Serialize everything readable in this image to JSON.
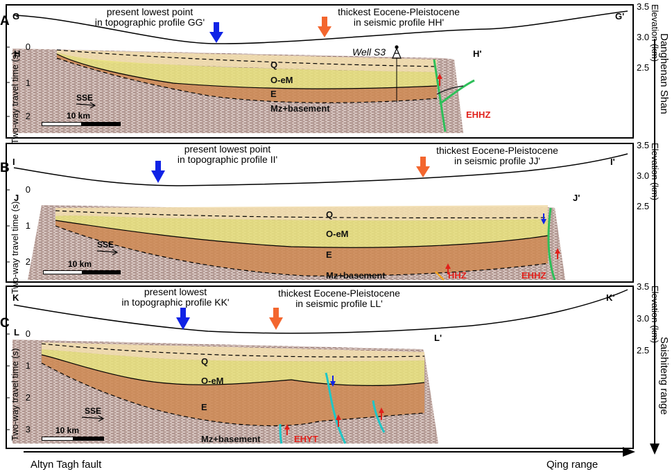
{
  "panels": [
    {
      "letter": "A",
      "topo_left": "G",
      "topo_right": "G'",
      "seis_left": "H",
      "seis_right": "H'",
      "lowest_note": [
        "present lowest point",
        "in topographic profile GG'"
      ],
      "thickest_note": [
        "thickest Eocene-Pleistocene",
        "in seismic profile HH'"
      ],
      "well_label": "Well S3",
      "units": [
        "Q",
        "O-eM",
        "E",
        "Mz+basement"
      ],
      "faults": [
        "EHHZ"
      ],
      "time_ticks": [
        "0",
        "1",
        "2"
      ],
      "elev_ticks": [
        "3.5",
        "3.0",
        "2.5"
      ]
    },
    {
      "letter": "B",
      "topo_left": "I",
      "topo_right": "I'",
      "seis_left": "J",
      "seis_right": "J'",
      "lowest_note": [
        "present lowest point",
        "in topographic profile II'"
      ],
      "thickest_note": [
        "thickest Eocene-Pleistocene",
        "in seismic profile JJ'"
      ],
      "units": [
        "Q",
        "O-eM",
        "E",
        "Mz+basement"
      ],
      "faults": [
        "HHZ",
        "EHHZ"
      ],
      "time_ticks": [
        "0",
        "1",
        "2"
      ],
      "elev_ticks": [
        "3.5",
        "3.0",
        "2.5"
      ]
    },
    {
      "letter": "C",
      "topo_left": "K",
      "topo_right": "K'",
      "seis_left": "L",
      "seis_right": "L'",
      "lowest_note": [
        "present lowest",
        "in topographic profile KK'"
      ],
      "thickest_note": [
        "thickest Eocene-Pleistocene",
        "in seismic profile LL'"
      ],
      "units": [
        "Q",
        "O-eM",
        "E",
        "Mz+basement"
      ],
      "faults": [
        "EHYT"
      ],
      "time_ticks": [
        "0",
        "1",
        "2",
        "3"
      ],
      "elev_ticks": [
        "3.5",
        "3.0",
        "2.5"
      ]
    }
  ],
  "common": {
    "direction": "SSE",
    "scale": "10 km",
    "time_axis_label": "Two-way travel time (s)",
    "elevation_axis_label": "Elevation (km)"
  },
  "right_axis": {
    "top": "Danghenan Shan",
    "bottom": "Saishiteng range"
  },
  "bottom_axis": {
    "left": "Altyn Tagh fault",
    "right": "Qing range"
  },
  "colors": {
    "quaternary": "#f2deaf",
    "oligocene_miocene": "#e7e27c",
    "eocene": "#cf8a52",
    "basement_noise": "#b89a94",
    "lowest_arrow": "#1023e6",
    "thickest_arrow": "#f3662e",
    "fault_green": "#2fbf5a",
    "fault_cyan": "#1fc6c6",
    "fault_label": "#e0201a"
  },
  "icons": [
    "down-arrow-icon",
    "well-derrick-icon",
    "sse-arrow-icon",
    "timeline-arrow-icon"
  ]
}
